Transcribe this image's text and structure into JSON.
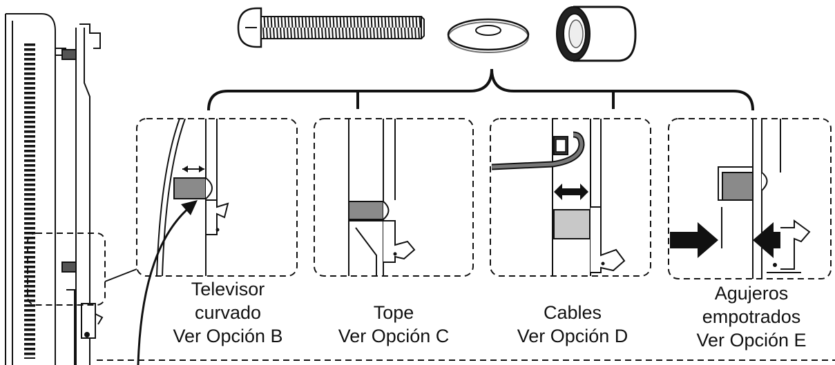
{
  "options": [
    {
      "lines": [
        "Televisor",
        "curvado",
        "Ver Opción B"
      ]
    },
    {
      "lines": [
        "Tope",
        "Ver Opción C"
      ]
    },
    {
      "lines": [
        "Cables",
        "Ver Opción D"
      ]
    },
    {
      "lines": [
        "Agujeros",
        "empotrados",
        "Ver Opción E"
      ]
    }
  ],
  "hardware": [
    "screw-icon",
    "washer-icon",
    "spacer-icon"
  ],
  "colors": {
    "line": "#111111",
    "spacer_fill": "#8a8a8a",
    "spacer_light": "#c8c8c8"
  }
}
